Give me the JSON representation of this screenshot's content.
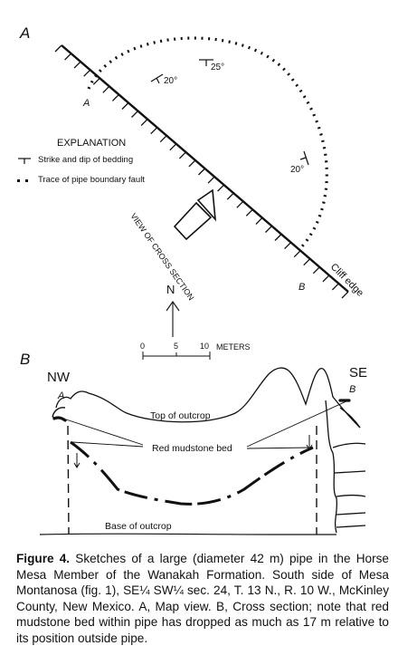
{
  "panel_a": {
    "letter": "A",
    "point_a": "A",
    "point_b": "B",
    "dips": [
      "20°",
      "25°",
      "20°"
    ],
    "explanation_title": "EXPLANATION",
    "legend": [
      "Strike and dip of bedding",
      "Trace of pipe boundary fault"
    ],
    "view_label": "VIEW OF CROSS SECTION",
    "cliff_label": "Cliff edge",
    "north": "N",
    "scale_ticks": [
      "0",
      "5",
      "10"
    ],
    "scale_unit": "METERS"
  },
  "panel_b": {
    "letter": "B",
    "nw": "NW",
    "se": "SE",
    "point_a": "A",
    "point_b": "B",
    "top_label": "Top of outcrop",
    "bed_label": "Red mudstone bed",
    "base_label": "Base of outcrop"
  },
  "caption": {
    "label": "Figure 4.",
    "text": "Sketches of a large (diameter 42 m) pipe in the Horse Mesa Member of the Wanakah Formation. South side of Mesa Montanosa (fig. 1), SE¼ SW¼ sec. 24, T. 13 N., R. 10 W., McKinley County, New Mexico. A, Map view. B, Cross section; note that red mudstone bed within pipe has dropped as much as 17 m relative to its position outside pipe."
  }
}
